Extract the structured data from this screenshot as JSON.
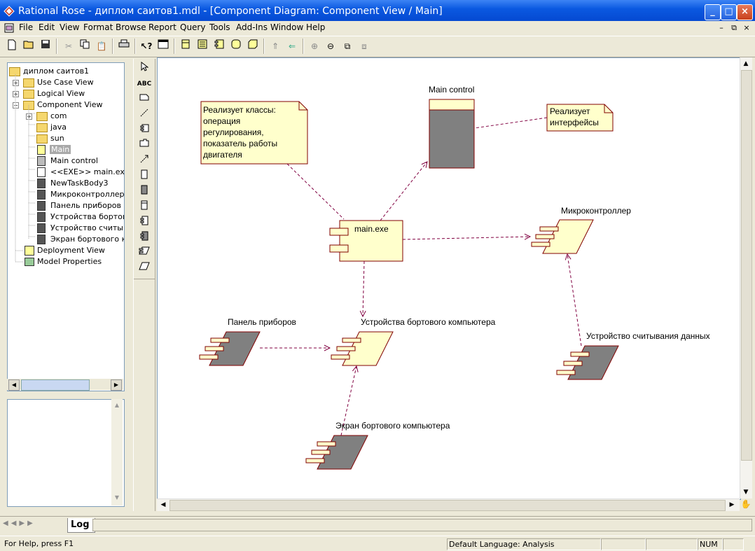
{
  "window": {
    "title": "Rational Rose - диплом саитов1.mdl - [Component Diagram: Component View / Main]"
  },
  "menu": [
    "File",
    "Edit",
    "View",
    "Format",
    "Browse",
    "Report",
    "Query",
    "Tools",
    "Add-Ins",
    "Window",
    "Help"
  ],
  "browser": {
    "root": "диплом саитов1",
    "items": [
      {
        "label": "Use Case View",
        "icon": "folder-icon"
      },
      {
        "label": "Logical View",
        "icon": "folder-icon"
      },
      {
        "label": "Component View",
        "icon": "folder-icon"
      },
      {
        "label": "com",
        "icon": "package-icon"
      },
      {
        "label": "java",
        "icon": "package-icon"
      },
      {
        "label": "sun",
        "icon": "package-icon"
      },
      {
        "label": "Main",
        "icon": "diagram-icon",
        "selected": true
      },
      {
        "label": "Main control",
        "icon": "component-icon"
      },
      {
        "label": "<<EXE>> main.exe",
        "icon": "exe-component-icon"
      },
      {
        "label": "NewTaskBody3",
        "icon": "task-component-icon"
      },
      {
        "label": "Микроконтроллер",
        "icon": "task-component-icon"
      },
      {
        "label": "Панель приборов",
        "icon": "task-component-icon"
      },
      {
        "label": "Устройства бортово",
        "icon": "task-component-icon"
      },
      {
        "label": "Устройство считыва",
        "icon": "task-component-icon"
      },
      {
        "label": "Экран бортового ко",
        "icon": "task-component-icon"
      },
      {
        "label": "Deployment View",
        "icon": "deployment-icon"
      },
      {
        "label": "Model Properties",
        "icon": "properties-icon"
      }
    ]
  },
  "diagram": {
    "note1": [
      "Реализует классы:",
      "операция",
      "регулирования,",
      "показатель работы",
      "двигателя"
    ],
    "note2": [
      "Реализует",
      "интерфейсы"
    ],
    "main_control": "Main control",
    "main_exe": "main.exe",
    "microcontroller": "Микроконтроллер",
    "panel": "Панель приборов",
    "devices": "Устройства бортового компьютера",
    "reader": "Устройство считывания данных",
    "screen": "Экран бортового компьютера"
  },
  "log_tab": "Log",
  "status": {
    "help": "For Help, press F1",
    "language": "Default Language: Analysis",
    "num": "NUM"
  },
  "colors": {
    "component_fill": "#ffffcc",
    "component_border": "#800000",
    "dark_fill": "#808080",
    "dependency_line": "#800040",
    "titlebar": "#0a58e0"
  }
}
